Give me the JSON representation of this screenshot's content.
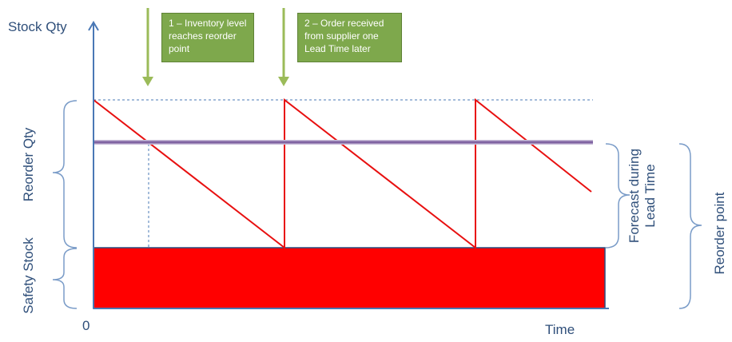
{
  "axes": {
    "y_label": "Stock Qty",
    "x_label": "Time",
    "origin_label": "0"
  },
  "callouts": {
    "c1": "1 – Inventory level reaches reorder point",
    "c2": "2 – Order received from supplier one Lead Time later"
  },
  "brace_labels": {
    "reorder_qty": "Reorder Qty",
    "safety_stock": "Safety Stock",
    "forecast_line1": "Forecast during",
    "forecast_line2": "Lead Time",
    "reorder_point": "Reorder point"
  },
  "colors": {
    "axis": "#4a78b5",
    "sawtooth": "#e81010",
    "safety_fill": "#ff0000",
    "reorder_line": "#8064a2",
    "callout_fill": "#7ea84c",
    "brace": "#7a9cc8"
  }
}
